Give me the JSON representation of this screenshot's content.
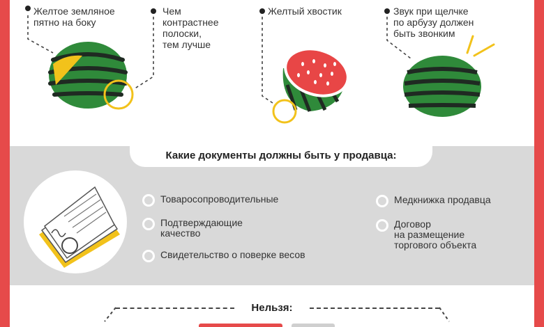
{
  "signs": [
    {
      "text": "Желтое земляное\nпятно на боку"
    },
    {
      "text": "Чем\nконтрастнее\nполоски,\nтем лучше"
    },
    {
      "text": "Желтый хвостик"
    },
    {
      "text": "Звук при щелчке\nпо арбузу должен\nбыть звонким"
    }
  ],
  "documents": {
    "title": "Какие документы должны быть у продавца:",
    "items": [
      "Товаросопроводительные",
      "Подтверждающие\nкачество",
      "Свидетельство о поверке весов",
      "Медкнижка продавца",
      "Договор\nна размещение\nторгового объекта"
    ]
  },
  "forbidden": {
    "title": "Нельзя:"
  },
  "colors": {
    "red_border": "#e64a4a",
    "watermelon_green": "#2f8a3a",
    "stripe_dark": "#1f2a22",
    "yellow": "#f2c21b",
    "flesh_red": "#e84646",
    "panel_gray": "#d9d9d9"
  }
}
